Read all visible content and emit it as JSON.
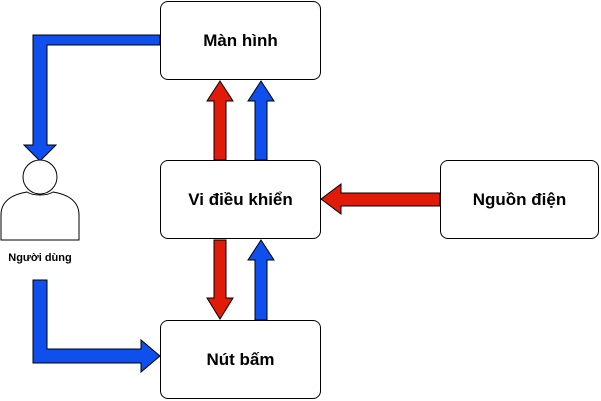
{
  "nodes": {
    "screen": "Màn hình",
    "microcontroller": "Vi điều khiển",
    "button": "Nút bấm",
    "power": "Nguồn điện",
    "user": "Người dùng"
  },
  "colors": {
    "blue_arrow": "#0f4fee",
    "red_arrow": "#e11b0a",
    "outline": "#000000"
  },
  "icons": {
    "user": "person-icon"
  }
}
